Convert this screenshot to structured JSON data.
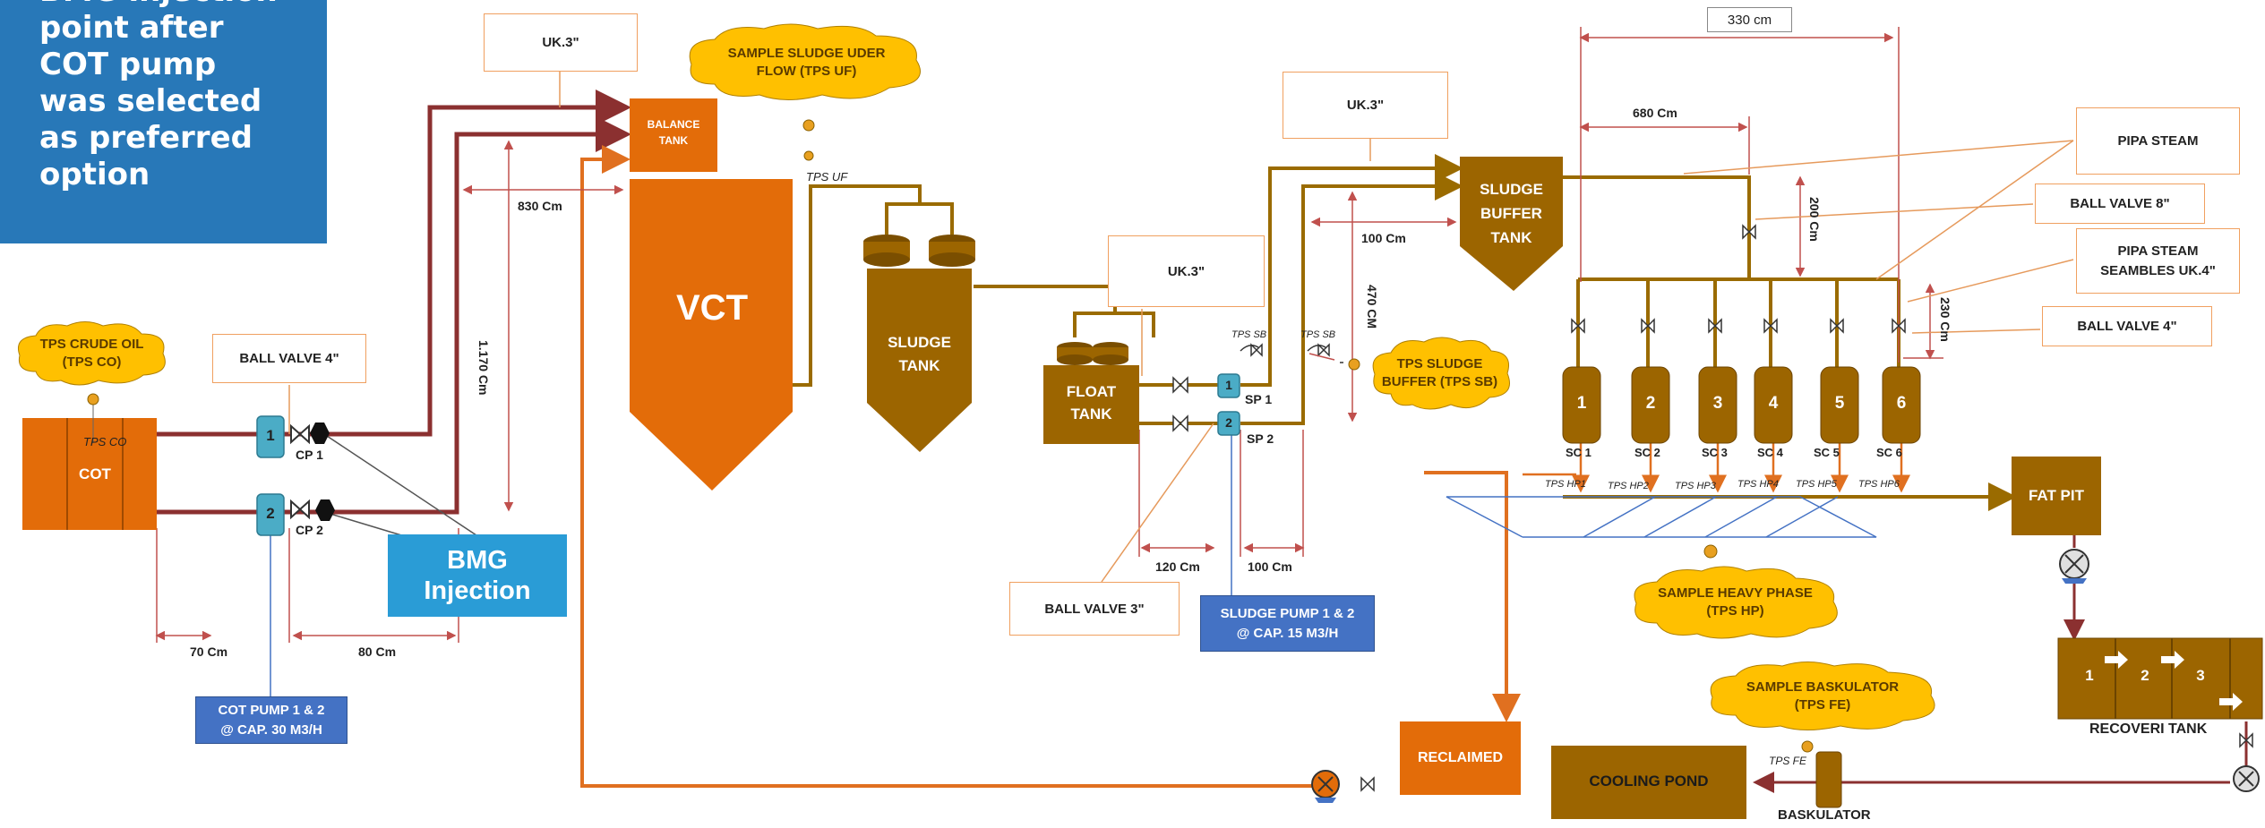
{
  "note": {
    "lines": [
      "BMG injection",
      "point after",
      "COT pump",
      "was selected",
      "as preferred",
      "option"
    ]
  },
  "clouds": {
    "crude": {
      "line1": "TPS CRUDE OIL",
      "line2": "(TPS CO)"
    },
    "underflow": {
      "line1": "SAMPLE SLUDGE UDER",
      "line2": "FLOW (TPS UF)"
    },
    "buffer": {
      "line1": "TPS SLUDGE",
      "line2": "BUFFER (TPS SB)"
    },
    "heavy": {
      "line1": "SAMPLE HEAVY PHASE",
      "line2": "(TPS HP)"
    },
    "basculator": {
      "line1": "SAMPLE BASKULATOR",
      "line2": "(TPS FE)"
    }
  },
  "callouts": {
    "uk3_a": "UK.3\"",
    "uk3_b": "UK.3\"",
    "uk3_c": "UK.3\"",
    "ball_valve_4_left": "BALL VALVE 4\"",
    "ball_valve_3": "BALL VALVE  3\"",
    "pipa_steam": "PIPA STEAM",
    "ball_valve_8": "BALL VALVE 8\"",
    "pipa_steam_seamless_1": "PIPA STEAM",
    "pipa_steam_seamless_2": "SEAMBLES UK.4\"",
    "ball_valve_4_right": "BALL VALVE 4\""
  },
  "equipment": {
    "cot": "COT",
    "tps_co": "TPS CO",
    "balance_tank_1": "BALANCE",
    "balance_tank_2": "TANK",
    "vct": "VCT",
    "sludge_tank_1": "SLUDGE",
    "sludge_tank_2": "TANK",
    "float_tank_1": "FLOAT",
    "float_tank_2": "TANK",
    "buffer_tank_1": "SLUDGE",
    "buffer_tank_2": "BUFFER",
    "buffer_tank_3": "TANK",
    "reclaimed": "RECLAIMED",
    "fat_pit_1": "FAT PIT",
    "cooling_pond": "COOLING POND",
    "baskulator": "BASKULATOR",
    "recoveri_tank": "RECOVERI TANK",
    "recoveri_cells": [
      "1",
      "2",
      "3"
    ]
  },
  "pumps": {
    "cot_pump": {
      "line1": "COT PUMP 1 & 2",
      "line2": "@ CAP. 30 M3/H"
    },
    "sludge_pump": {
      "line1": "SLUDGE PUMP 1 & 2",
      "line2": "@ CAP. 15 M3/H"
    },
    "cp1_num": "1",
    "cp2_num": "2",
    "cp1": "CP 1",
    "cp2": "CP 2",
    "sp1_num": "1",
    "sp2_num": "2",
    "sp1": "SP 1",
    "sp2": "SP 2"
  },
  "bmg": {
    "line1": "BMG",
    "line2": "Injection"
  },
  "separators": {
    "numbers": [
      "1",
      "2",
      "3",
      "4",
      "5",
      "6"
    ],
    "labels": [
      "SC 1",
      "SC 2",
      "SC 3",
      "SC 4",
      "SC 5",
      "SC 6"
    ],
    "hp_labels": [
      "TPS HP1",
      "TPS HP2",
      "TPS HP3",
      "TPS HP4",
      "TPS HP5",
      "TPS HP6"
    ]
  },
  "sample_points": {
    "tps_uf": "TPS UF",
    "tps_sb_1": "TPS SB",
    "tps_sb_2": "TPS SB",
    "tps_fe": "TPS FE"
  },
  "dimensions": {
    "d830": "830 Cm",
    "d1170": "1.170 Cm",
    "d70": "70 Cm",
    "d80": "80 Cm",
    "d120": "120 Cm",
    "d100a": "100 Cm",
    "d100b": "100 Cm",
    "d470": "470 CM",
    "d330": "330 cm",
    "d680": "680 Cm",
    "d200": "200 Cm",
    "d230": "230 Cm"
  },
  "colors": {
    "pipe_crude": "#8b3030",
    "pipe_sludge": "#9a6b00",
    "pipe_orange": "#e07020",
    "vessel_orange": "#e36c09",
    "vessel_brown": "#9c6500",
    "pump_blue": "#4472c4",
    "bmg_blue": "#2a9cd6"
  }
}
